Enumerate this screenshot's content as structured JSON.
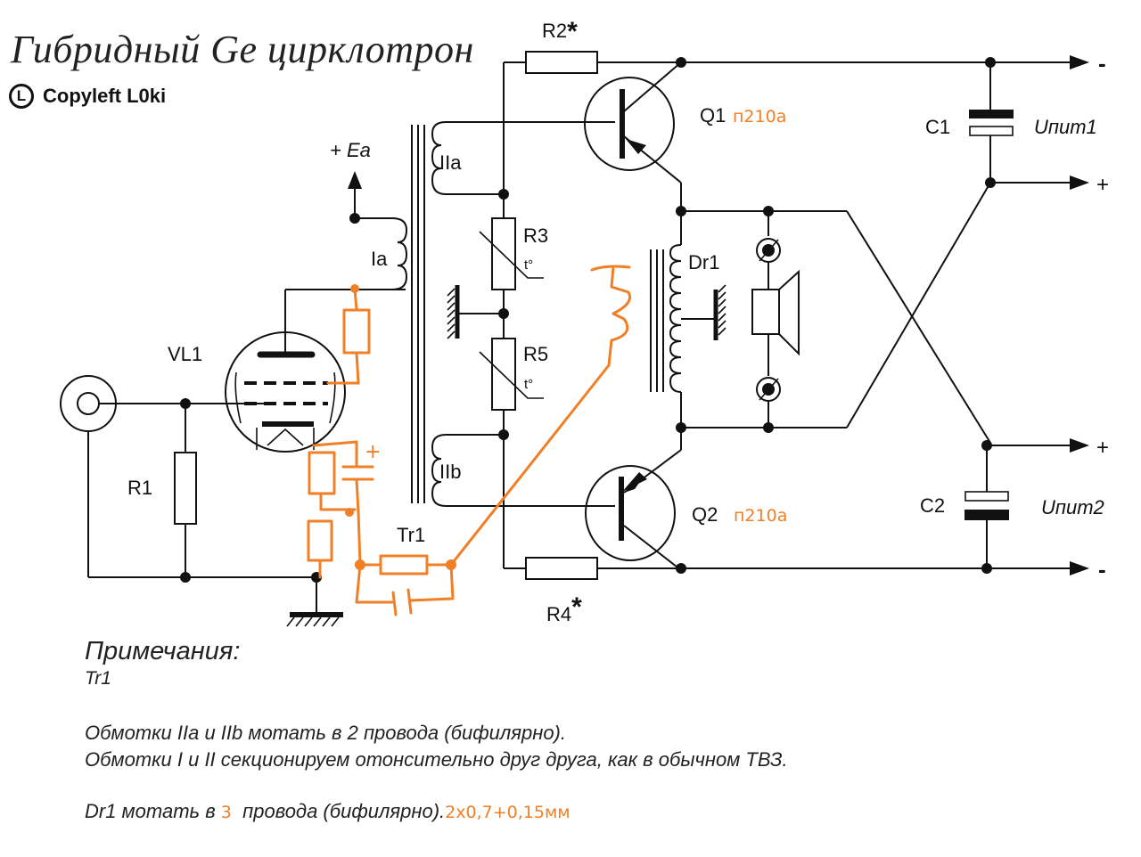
{
  "header": {
    "title": "Гибридный Ge цирклотрон",
    "copyleft_icon": "copyleft-icon",
    "copyleft_icon_letter": "L",
    "copyleft_text": "Copyleft L0ki"
  },
  "labels": {
    "R1": "R1",
    "R2": "R2",
    "R2_mark": "*",
    "R3": "R3",
    "R4": "R4",
    "R4_mark": "*",
    "R5": "R5",
    "t_deg": "t°",
    "VL1": "VL1",
    "Ea": "+ Ea",
    "Ia": "Ia",
    "IIa": "IIa",
    "IIb": "IIb",
    "Tr1": "Tr1",
    "Dr1": "Dr1",
    "Q1": "Q1",
    "Q2": "Q2",
    "Q1_type": "п210а",
    "Q2_type": "п210а",
    "C1": "C1",
    "C2": "C2",
    "Upit1": "Uпит1",
    "Upit2": "Uпит2",
    "minus": "-",
    "plus": "+",
    "cap_plus": "+"
  },
  "notes": {
    "heading": "Примечания:",
    "subheading": "Tr1",
    "line1": "Обмотки IIa и IIb мотать в 2 провода (бифилярно).",
    "line2": "Обмотки I и II секционируем отонсительно друг друга, как в обычном ТВЗ.",
    "line3_prefix": "Dr1 мотать в ",
    "line3_count": "3",
    "line3_suffix": "  провода (бифилярно).",
    "line3_wire": "2х0,7+0,15мм"
  },
  "colors": {
    "annotation": "#f07f26",
    "ink": "#111111"
  }
}
